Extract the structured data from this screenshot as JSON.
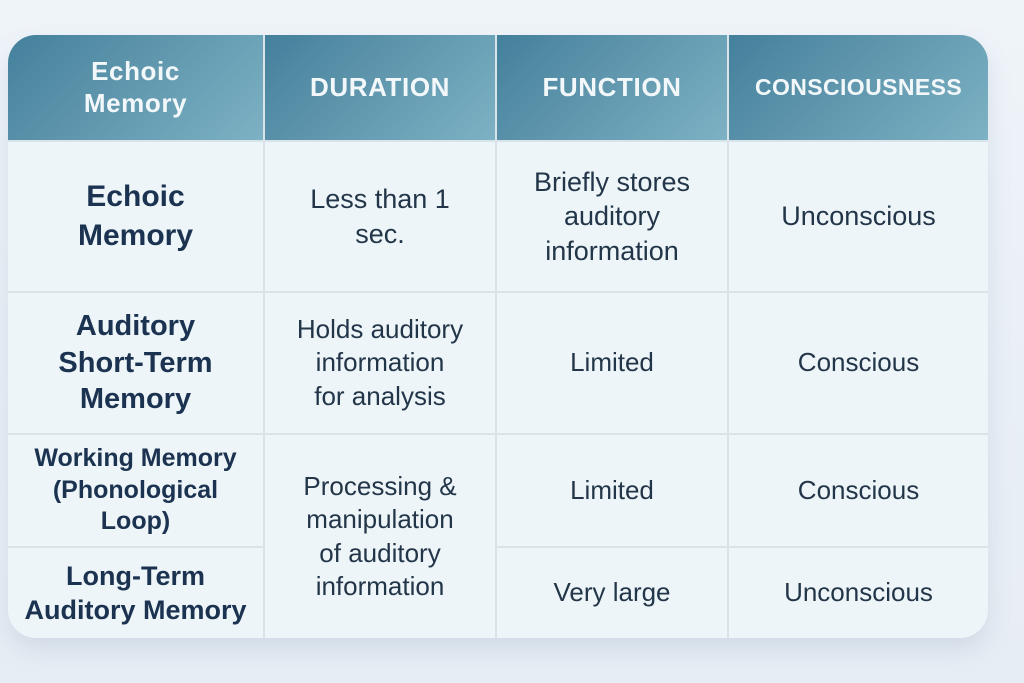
{
  "page": {
    "background": "#e9eff6",
    "cell_background": "#edf5f8",
    "border_color": "#d9e3ea",
    "header_gradient_start": "#44809c",
    "header_gradient_end": "#7db2c4",
    "header_text_color": "#f2f8fa",
    "label_text_color": "#1b3350",
    "body_text_color": "#233649"
  },
  "table": {
    "header": {
      "title": "Echoic\nMemory",
      "duration": "DURATION",
      "function": "FUNCTION",
      "consciousness": "CONSCIOUSNESS"
    },
    "rows": {
      "r1": {
        "label": "Echoic\nMemory",
        "duration": "Less than 1\nsec.",
        "function": "Briefly stores\nauditory\ninformation",
        "consciousness": "Unconscious"
      },
      "r2": {
        "label": "Auditory\nShort-Term\nMemory",
        "duration": "Holds auditory\ninformation\nfor analysis",
        "function": "Limited",
        "consciousness": "Conscious"
      },
      "r3": {
        "label": "Working Memory\n(Phonological Loop)",
        "duration": "Processing &\nmanipulation\nof auditory\ninformation",
        "function": "Limited",
        "consciousness": "Conscious"
      },
      "r4": {
        "label": "Long-Term\nAuditory Memory",
        "function": "Very large",
        "consciousness": "Unconscious"
      }
    }
  },
  "chart_data": {
    "type": "table",
    "title": "Echoic Memory",
    "columns": [
      "Echoic Memory",
      "DURATION",
      "FUNCTION",
      "CONSCIOUSNESS"
    ],
    "rows": [
      [
        "Echoic Memory",
        "Less than 1 sec.",
        "Briefly stores auditory information",
        "Unconscious"
      ],
      [
        "Auditory Short-Term Memory",
        "Holds auditory information for analysis",
        "Limited",
        "Conscious"
      ],
      [
        "Working Memory (Phonological Loop)",
        "Processing & manipulation of auditory information",
        "Limited",
        "Conscious"
      ],
      [
        "Long-Term Auditory Memory",
        "Processing & manipulation of auditory information (merged cell with row above)",
        "Very large",
        "Unconscious"
      ]
    ],
    "layout": "DURATION cell is merged (rowspan 2) across the last two rows; header row has teal gradient; rounded outer corners"
  }
}
